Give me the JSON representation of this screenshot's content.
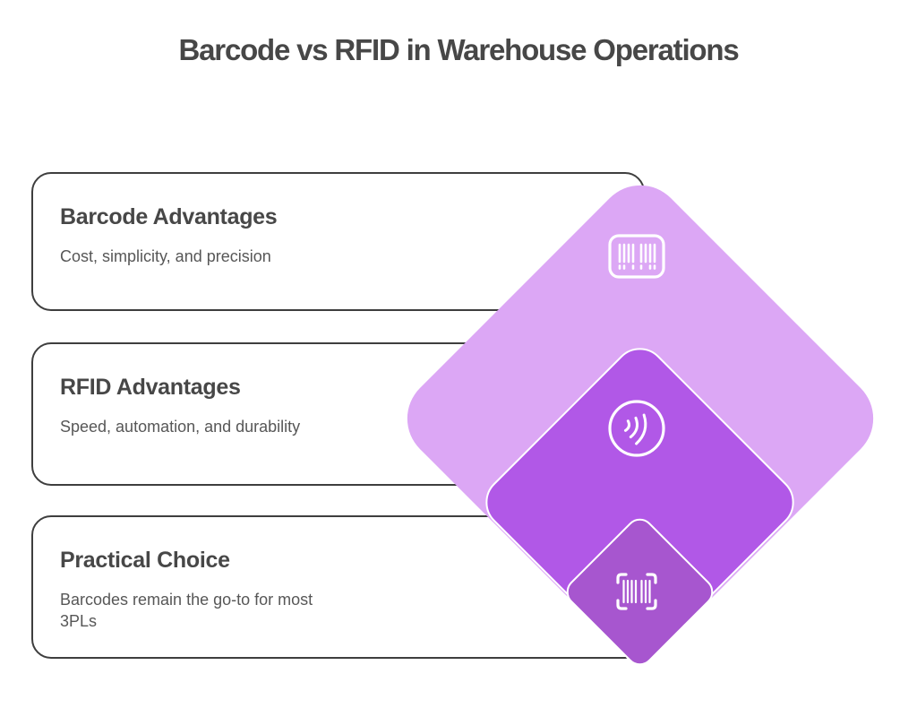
{
  "title": "Barcode vs RFID in Warehouse Operations",
  "cards": [
    {
      "heading": "Barcode Advantages",
      "body": "Cost, simplicity, and precision"
    },
    {
      "heading": "RFID Advantages",
      "body": "Speed, automation, and durability"
    },
    {
      "heading": "Practical Choice",
      "body": "Barcodes remain the go-to for most\n3PLs"
    }
  ],
  "diamonds": [
    {
      "name": "barcode-layer",
      "icon": "barcode-icon",
      "color": "#dca7f5"
    },
    {
      "name": "rfid-layer",
      "icon": "contactless-icon",
      "color": "#b158e7"
    },
    {
      "name": "practical-choice-layer",
      "icon": "barcode-scan-icon",
      "color": "#a756cf"
    }
  ],
  "colors": {
    "background": "#ffffff",
    "title_text": "#474747",
    "heading_text": "#474747",
    "body_text": "#575757",
    "card_border": "#3e3e3e",
    "icon_stroke": "#ffffff"
  }
}
